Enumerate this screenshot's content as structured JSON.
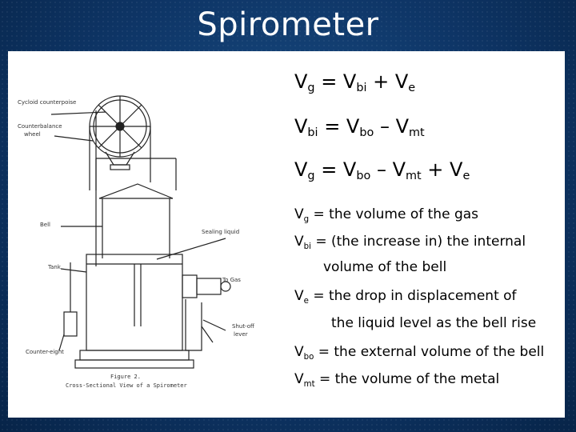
{
  "slide": {
    "title": "Spirometer",
    "colors": {
      "background": "#0e3566",
      "panel": "#ffffff",
      "text": "#000000"
    }
  },
  "figure": {
    "labels": {
      "cycloid": "Cycloid counterpoise",
      "wheel_1": "Counterbalance",
      "wheel_2": "wheel",
      "bell": "Bell",
      "sealing": "Sealing liquid",
      "tank": "Tank",
      "gas": "To Gas",
      "shutoff_1": "Shut-off",
      "shutoff_2": "lever",
      "counterweight": "Counter-eight"
    },
    "caption_line1": "Figure 2.",
    "caption_line2": "Cross-Sectional View of a Spirometer"
  },
  "equations": [
    {
      "lhs": "V",
      "lhs_sub": "g",
      "op1": " = V",
      "s1": "bi",
      "op2": " + V",
      "s2": "e"
    },
    {
      "lhs": "V",
      "lhs_sub": "bi",
      "op1": " = V",
      "s1": "bo",
      "op2": " – V",
      "s2": "mt"
    },
    {
      "lhs": "V",
      "lhs_sub": "g",
      "op1": " = V",
      "s1": "bo",
      "op2": " – V",
      "s2": "mt",
      "op3": " + V",
      "s3": "e"
    }
  ],
  "definitions": {
    "vg": {
      "sym": "V",
      "sub": "g",
      "text": " = the volume of the gas"
    },
    "vbi": {
      "sym": "V",
      "sub": "bi",
      "text": " = (the increase in) the internal",
      "cont": "volume of the bell"
    },
    "ve": {
      "sym": "V",
      "sub": "e",
      "text": " = the drop in displacement of",
      "cont": "the liquid level as the bell rise"
    },
    "vbo": {
      "sym": "V",
      "sub": "bo",
      "text": " = the external volume of the bell"
    },
    "vmt": {
      "sym": "V",
      "sub": "mt",
      "text": " = the volume of the metal"
    }
  }
}
